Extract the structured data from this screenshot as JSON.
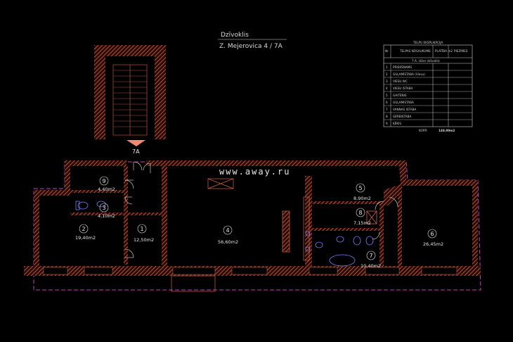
{
  "title": {
    "line1": "Dzīvoklis",
    "line2": "Z. Mejerovica 4 / 7A"
  },
  "stair_label": "7A",
  "watermark": "www.away.ru",
  "colors": {
    "background": "#000000",
    "wall": "#d2624a",
    "outline": "#c040c0",
    "fixture": "#7a7aff",
    "text": "#e6e6e6"
  },
  "rooms": [
    {
      "num": "1",
      "area": "12,50m2"
    },
    {
      "num": "2",
      "area": "19,40m2"
    },
    {
      "num": "3",
      "area": "4,10m2"
    },
    {
      "num": "4",
      "area": "56,60m2"
    },
    {
      "num": "5",
      "area": "8,90m2"
    },
    {
      "num": "6",
      "area": "26,45m2"
    },
    {
      "num": "7",
      "area": "10,40m2"
    },
    {
      "num": "8",
      "area": "7,15m2"
    },
    {
      "num": "9",
      "area": "4,40m2"
    }
  ],
  "table": {
    "title": "TELPU EKSPLIKĀCIJA",
    "headers": [
      "Nr.",
      "TELPAS NOSAUKUMS",
      "PLATĪBA m2",
      "PIEZĪMES"
    ],
    "section": "7.A. stāvs dzīvoklis",
    "rows": [
      {
        "num": "1",
        "name": "PRIEKŠNAMS"
      },
      {
        "num": "2",
        "name": "GUĻAMISTABA (Viesu)"
      },
      {
        "num": "3",
        "name": "VIESU WC"
      },
      {
        "num": "4",
        "name": "VIESU ISTABA"
      },
      {
        "num": "5",
        "name": "GAITENIS"
      },
      {
        "num": "6",
        "name": "GUĻAMISTABA"
      },
      {
        "num": "7",
        "name": "VANNAS ISTABA"
      },
      {
        "num": "8",
        "name": "ĢĒRBISTABA"
      },
      {
        "num": "9",
        "name": "ĶĒKIS"
      }
    ],
    "total_label": "KOPĀ:",
    "total_value": "149,99m2"
  }
}
